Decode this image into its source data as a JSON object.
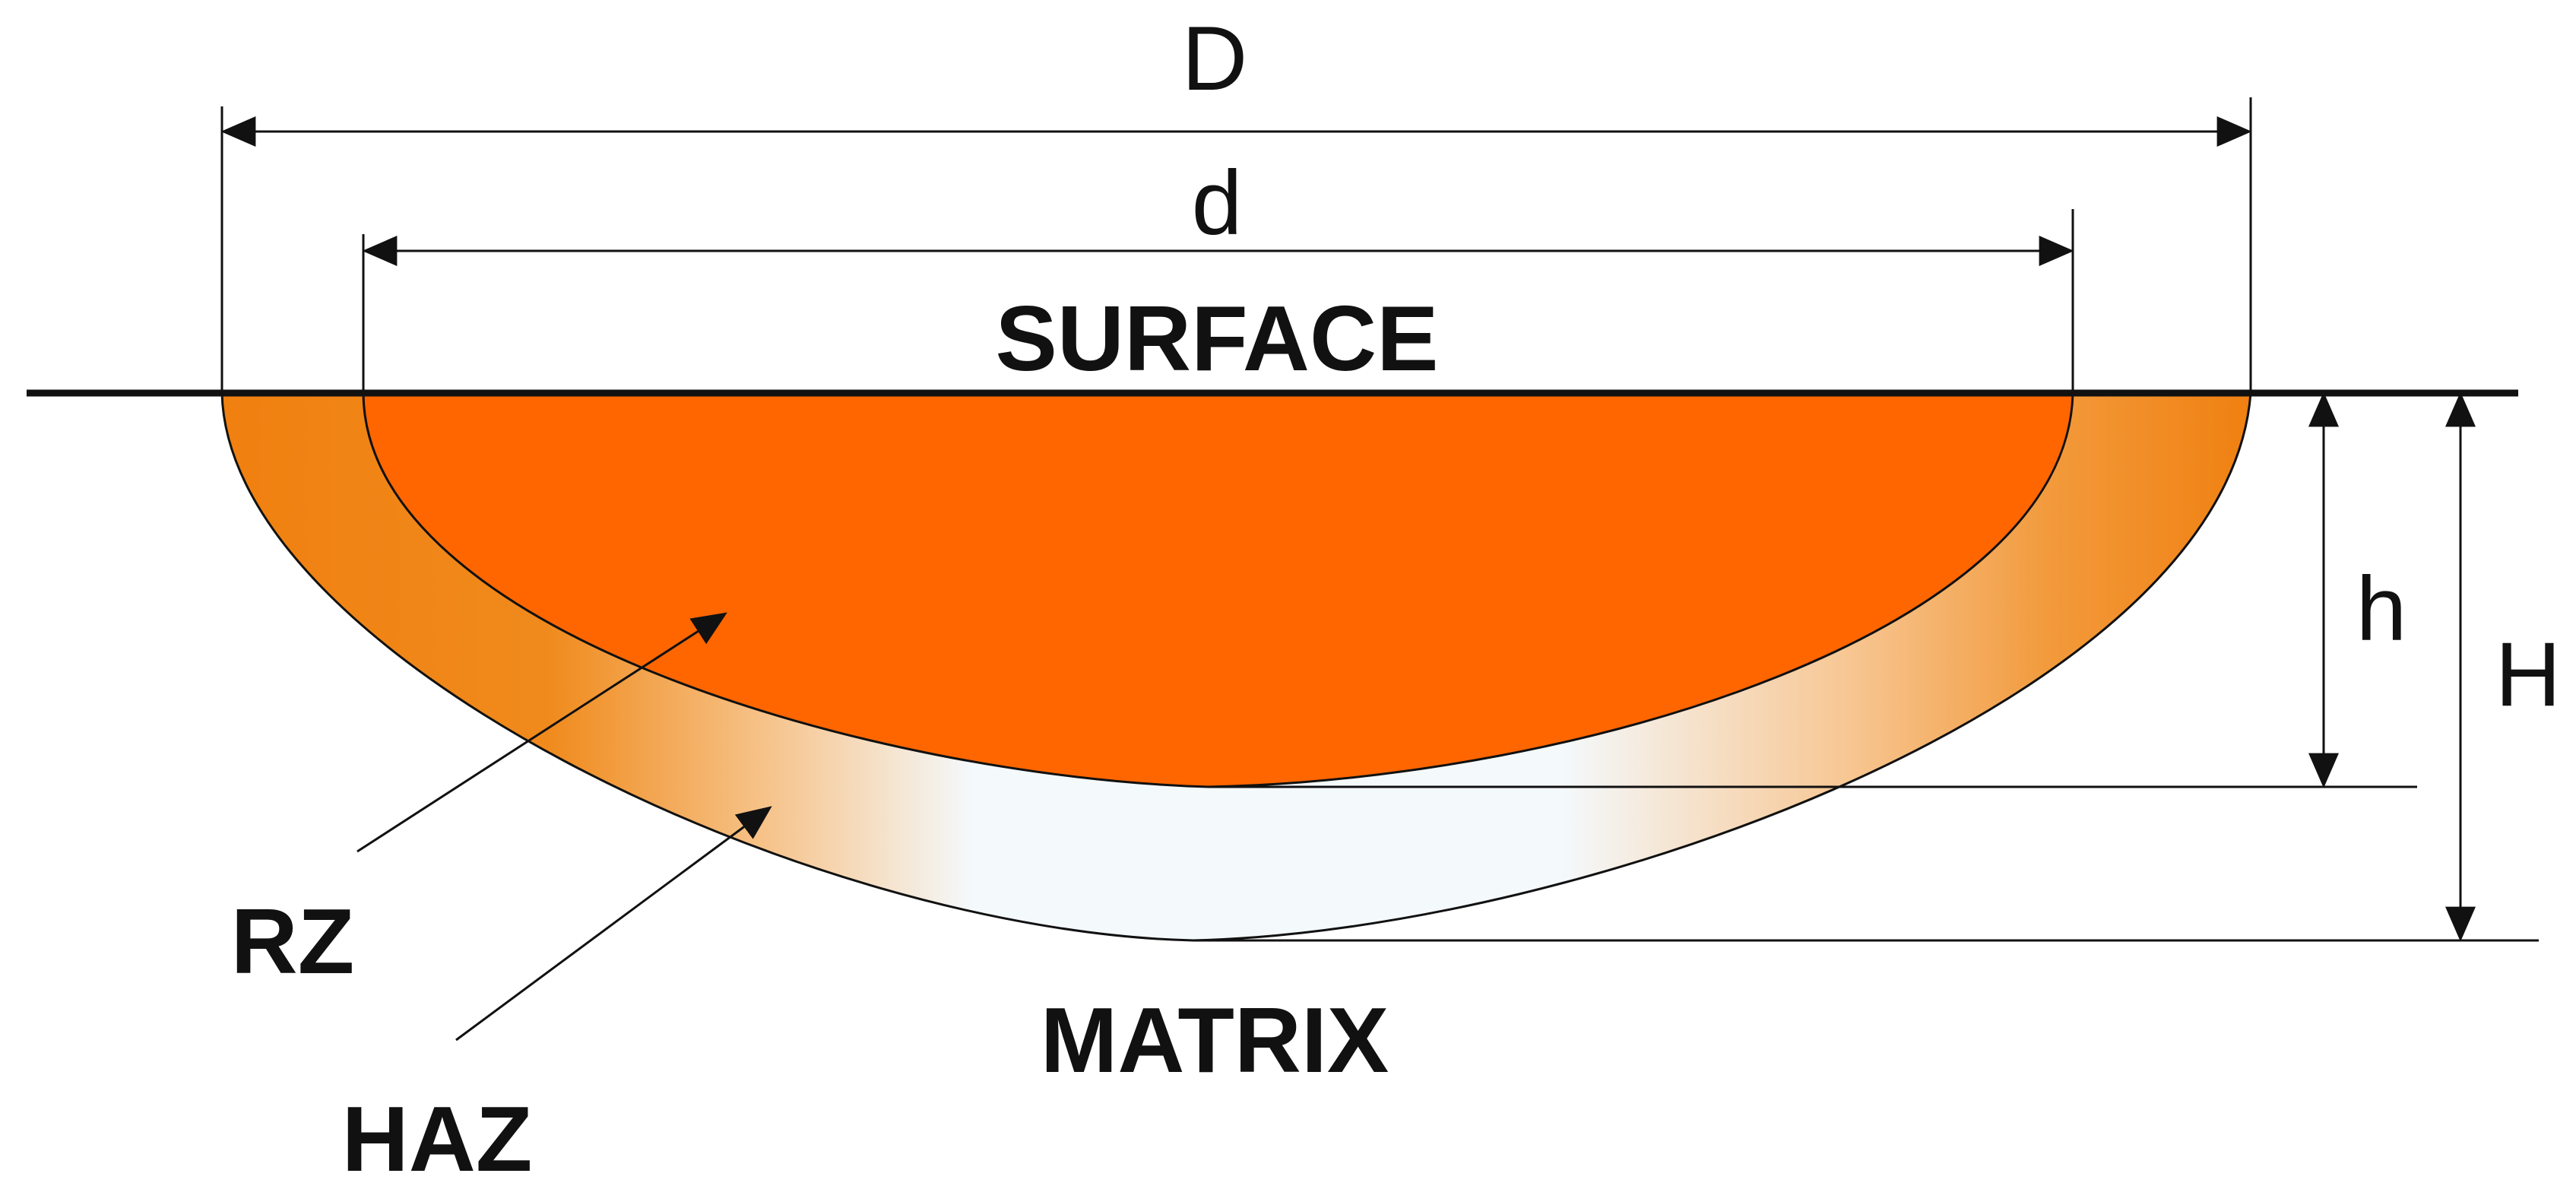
{
  "labels": {
    "outer_width": "D",
    "inner_width": "d",
    "inner_depth": "h",
    "outer_depth": "H",
    "surface": "SURFACE",
    "matrix": "MATRIX",
    "remelted_zone": "RZ",
    "heat_affected_zone": "HAZ"
  },
  "colors": {
    "remelted_zone": "#ff6600",
    "haz_edge": "#f08010",
    "haz_center": "#f4f9fc",
    "lines": "#111111",
    "background": "#ffffff"
  }
}
